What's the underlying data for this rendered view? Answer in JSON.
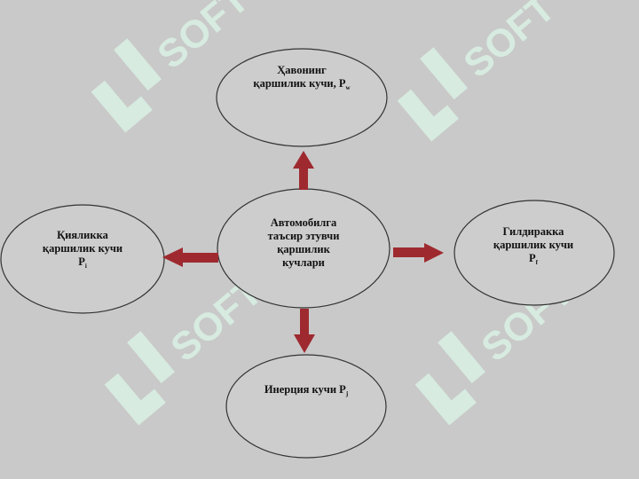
{
  "nodes": {
    "center": {
      "line1": "Автомобилга",
      "line2": "таъсир этувчи",
      "line3": "қаршилик",
      "line4": "кучлари"
    },
    "top": {
      "line1": "Ҳавонинг",
      "line2": "қаршилик кучи, P",
      "sub": "w"
    },
    "left": {
      "line1": "Қияликка",
      "line2": "қаршилик кучи",
      "line3": "P",
      "sub": "i"
    },
    "right": {
      "line1": "Гилдиракка",
      "line2": "қаршилик кучи",
      "line3": "P",
      "sub": "f"
    },
    "bottom": {
      "line1": "Инерция кучи P",
      "sub": "j"
    }
  },
  "watermark": {
    "text": "SOFT"
  },
  "colors": {
    "background": "#c9c9c9",
    "ellipse_fill": "#cdcdcd",
    "ellipse_stroke": "#333333",
    "arrow": "#9e2a2f",
    "watermark": "#d9efe2"
  }
}
